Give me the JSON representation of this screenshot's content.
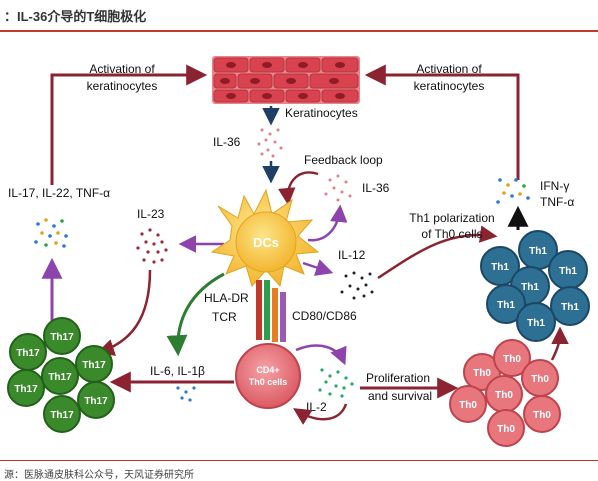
{
  "header": {
    "title": "：IL-36介导的T细胞极化"
  },
  "footer": {
    "source": "源：医脉通皮肤科公众号，天风证券研究所"
  },
  "diagram": {
    "activation_left_1": "Activation of",
    "activation_left_2": "keratinocytes",
    "activation_right_1": "Activation of",
    "activation_right_2": "keratinocytes",
    "keratinocytes": "Keratinocytes",
    "il36_top": "IL-36",
    "feedback": "Feedback loop",
    "il36_right": "IL-36",
    "il17_group": "IL-17, IL-22, TNF-α",
    "il23": "IL-23",
    "dcs": "DCs",
    "il12": "IL-12",
    "th1_polar_1": "Th1 polarization",
    "th1_polar_2": "of Th0 cells",
    "ifn": "IFN-γ",
    "tnf": "TNF-α",
    "hla": "HLA-DR",
    "tcr": "TCR",
    "cd80": "CD80/CD86",
    "il6": "IL-6, IL-1β",
    "cd4_1": "CD4+",
    "cd4_2": "Th0 cells",
    "il2": "IL-2",
    "prolif_1": "Proliferation",
    "prolif_2": "and survival",
    "th17": "Th17",
    "th1": "Th1",
    "th0": "Th0"
  },
  "colors": {
    "arrow_dark_red": "#8b2330",
    "arrow_purple": "#8e44ad",
    "arrow_green": "#2e7d32",
    "arrow_navy": "#1f3f66",
    "dc_yellow": "#f7c948",
    "th17_green": "#3a8a2c",
    "th1_blue": "#2e6f94",
    "th0_pink": "#e8767d",
    "keratinocyte_red": "#d9434f"
  }
}
